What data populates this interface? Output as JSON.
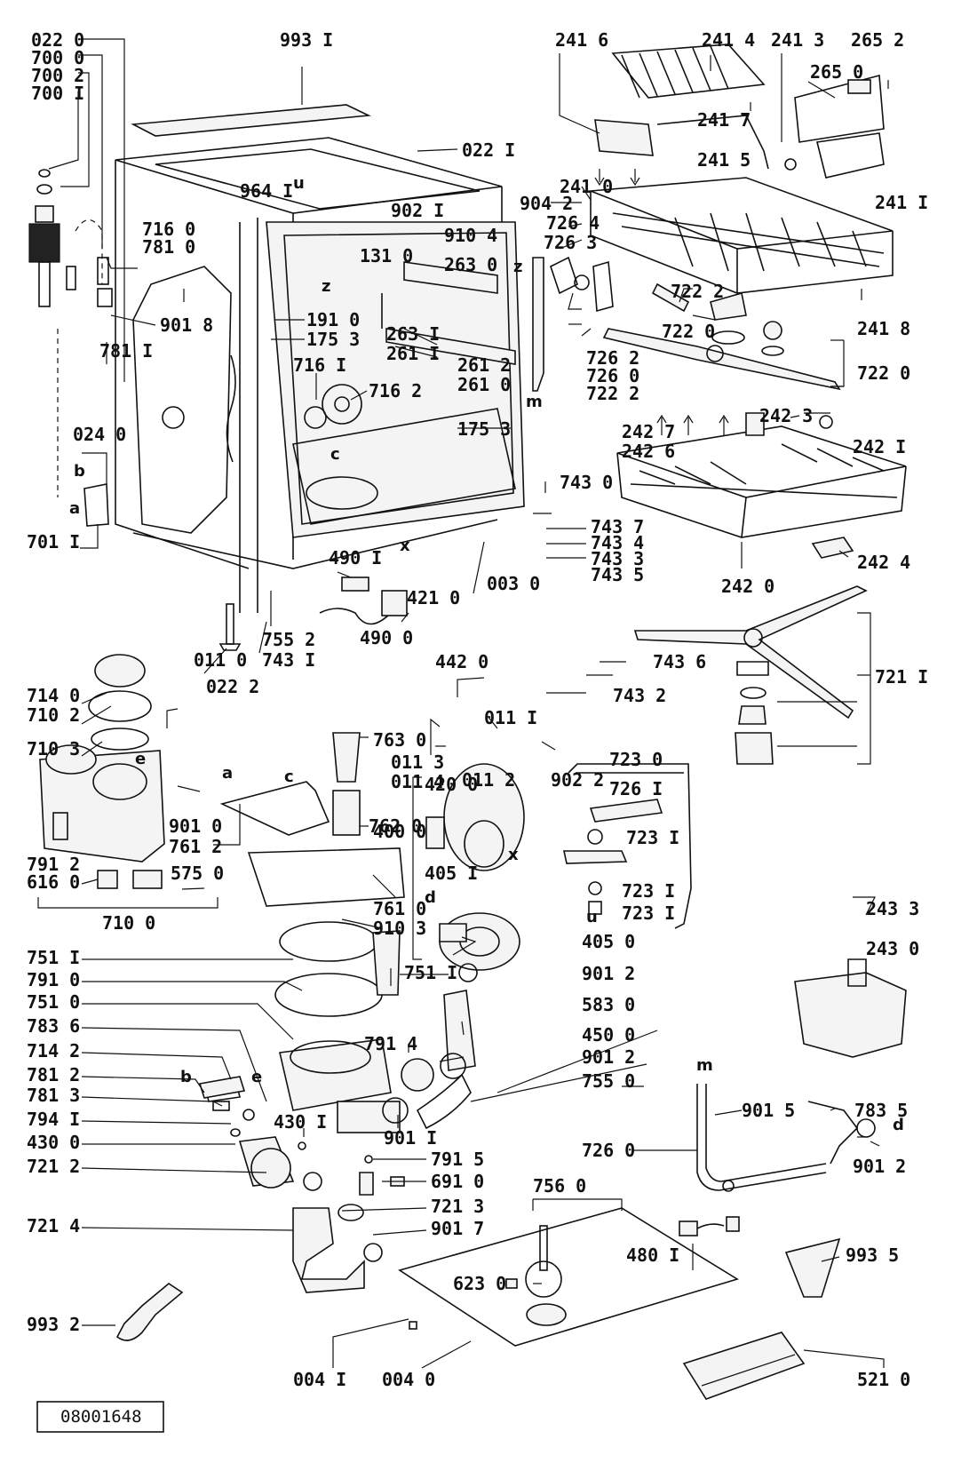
{
  "document_id": "08001648",
  "callouts": [
    {
      "text": "022 0"
    },
    {
      "text": "700 0"
    },
    {
      "text": "700 2"
    },
    {
      "text": "700 I"
    },
    {
      "text": "993 I"
    },
    {
      "text": "022 I"
    },
    {
      "text": "964 I"
    },
    {
      "text": "902 I"
    },
    {
      "text": "904 2"
    },
    {
      "text": "910 4"
    },
    {
      "text": "263 0"
    },
    {
      "text": "131 0"
    },
    {
      "text": "716 0"
    },
    {
      "text": "781 0"
    },
    {
      "text": "901 8"
    },
    {
      "text": "781 I"
    },
    {
      "text": "191 0"
    },
    {
      "text": "175 3"
    },
    {
      "text": "263 I"
    },
    {
      "text": "261 I"
    },
    {
      "text": "716 I"
    },
    {
      "text": "716 2"
    },
    {
      "text": "261 2"
    },
    {
      "text": "261 0"
    },
    {
      "text": "175 3"
    },
    {
      "text": "024 0"
    },
    {
      "text": "701 I"
    },
    {
      "text": "003 0"
    },
    {
      "text": "490 I"
    },
    {
      "text": "421 0"
    },
    {
      "text": "490 0"
    },
    {
      "text": "755 2"
    },
    {
      "text": "743 I"
    },
    {
      "text": "011 0"
    },
    {
      "text": "022 2"
    },
    {
      "text": "714 0"
    },
    {
      "text": "710 2"
    },
    {
      "text": "710 3"
    },
    {
      "text": "901 0"
    },
    {
      "text": "791 2"
    },
    {
      "text": "616 0"
    },
    {
      "text": "575 0"
    },
    {
      "text": "710 0"
    },
    {
      "text": "761 2"
    },
    {
      "text": "763 0"
    },
    {
      "text": "762 0"
    },
    {
      "text": "761 0"
    },
    {
      "text": "910 3"
    },
    {
      "text": "011 3"
    },
    {
      "text": "011 4"
    },
    {
      "text": "011 2"
    },
    {
      "text": "011 I"
    },
    {
      "text": "902 2"
    },
    {
      "text": "442 0"
    },
    {
      "text": "743 6"
    },
    {
      "text": "743 2"
    },
    {
      "text": "743 0"
    },
    {
      "text": "743 7"
    },
    {
      "text": "743 4"
    },
    {
      "text": "743 3"
    },
    {
      "text": "743 5"
    },
    {
      "text": "241 6"
    },
    {
      "text": "241 4"
    },
    {
      "text": "241 3"
    },
    {
      "text": "265 2"
    },
    {
      "text": "265 0"
    },
    {
      "text": "241 7"
    },
    {
      "text": "241 5"
    },
    {
      "text": "241 0"
    },
    {
      "text": "241 I"
    },
    {
      "text": "726 4"
    },
    {
      "text": "726 3"
    },
    {
      "text": "722 2"
    },
    {
      "text": "722 0"
    },
    {
      "text": "241 8"
    },
    {
      "text": "722 0"
    },
    {
      "text": "726 2"
    },
    {
      "text": "726 0"
    },
    {
      "text": "722 2"
    },
    {
      "text": "242 3"
    },
    {
      "text": "242 7"
    },
    {
      "text": "242 6"
    },
    {
      "text": "242 I"
    },
    {
      "text": "242 0"
    },
    {
      "text": "242 4"
    },
    {
      "text": "721 I"
    },
    {
      "text": "723 0"
    },
    {
      "text": "726 I"
    },
    {
      "text": "723 I"
    },
    {
      "text": "723 I"
    },
    {
      "text": "723 I"
    },
    {
      "text": "420 0"
    },
    {
      "text": "400 0"
    },
    {
      "text": "405 I"
    },
    {
      "text": "405 0"
    },
    {
      "text": "901 2"
    },
    {
      "text": "583 0"
    },
    {
      "text": "450 0"
    },
    {
      "text": "901 2"
    },
    {
      "text": "755 0"
    },
    {
      "text": "751 I"
    },
    {
      "text": "751 I"
    },
    {
      "text": "791 0"
    },
    {
      "text": "751 0"
    },
    {
      "text": "783 6"
    },
    {
      "text": "714 2"
    },
    {
      "text": "781 2"
    },
    {
      "text": "781 3"
    },
    {
      "text": "794 I"
    },
    {
      "text": "430 0"
    },
    {
      "text": "430 I"
    },
    {
      "text": "791 4"
    },
    {
      "text": "901 I"
    },
    {
      "text": "791 5"
    },
    {
      "text": "691 0"
    },
    {
      "text": "721 3"
    },
    {
      "text": "721 2"
    },
    {
      "text": "721 4"
    },
    {
      "text": "901 7"
    },
    {
      "text": "993 2"
    },
    {
      "text": "756 0"
    },
    {
      "text": "623 0"
    },
    {
      "text": "480 I"
    },
    {
      "text": "993 5"
    },
    {
      "text": "004 I"
    },
    {
      "text": "004 0"
    },
    {
      "text": "521 0"
    },
    {
      "text": "243 3"
    },
    {
      "text": "243 0"
    },
    {
      "text": "901 5"
    },
    {
      "text": "783 5"
    },
    {
      "text": "726 0"
    },
    {
      "text": "901 2"
    }
  ],
  "markers": [
    {
      "text": "u"
    },
    {
      "text": "z"
    },
    {
      "text": "z"
    },
    {
      "text": "c"
    },
    {
      "text": "x"
    },
    {
      "text": "m"
    },
    {
      "text": "b"
    },
    {
      "text": "a"
    },
    {
      "text": "e"
    },
    {
      "text": "a"
    },
    {
      "text": "c"
    },
    {
      "text": "x"
    },
    {
      "text": "d"
    },
    {
      "text": "u"
    },
    {
      "text": "b"
    },
    {
      "text": "e"
    },
    {
      "text": "m"
    },
    {
      "text": "d"
    }
  ]
}
